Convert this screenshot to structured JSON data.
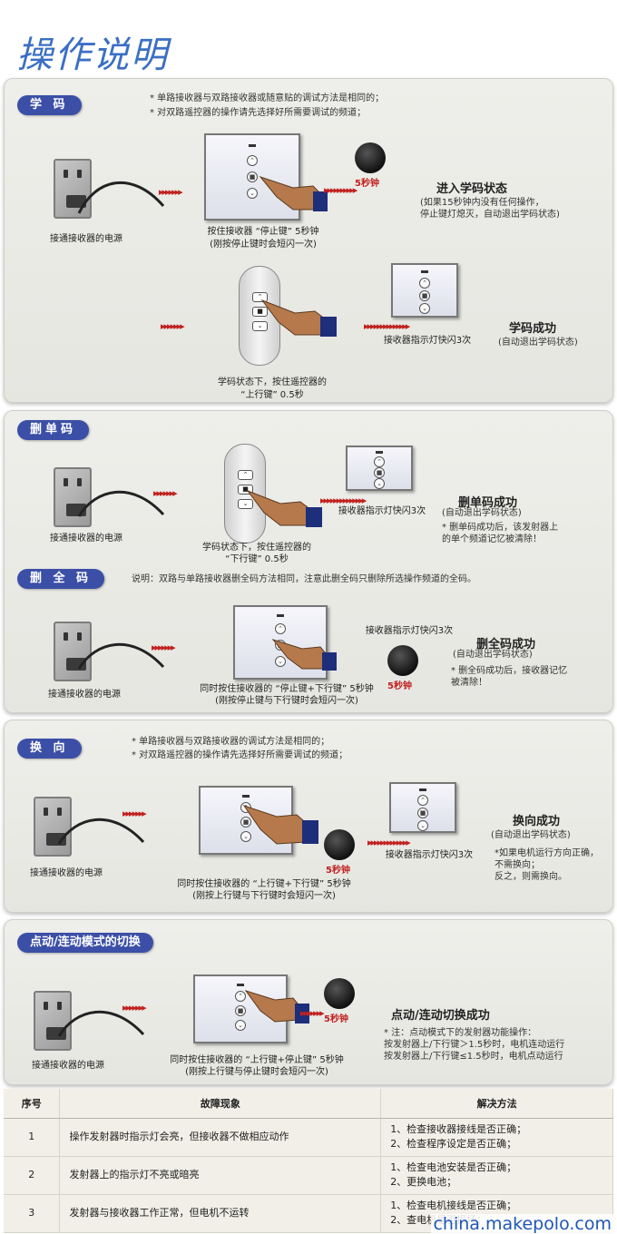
{
  "page_title": "操作说明",
  "sections": {
    "learn": {
      "badge": "学 码",
      "notes": [
        "* 单路接收器与双路接收器或随意贴的调试方法是相同的；",
        "* 对双路遥控器的操作请先选择好所需要调试的频道；"
      ],
      "step1_caption": "接通接收器的电源",
      "step2_caption_1": "按住接收器 “停止键” 5秒钟",
      "step2_caption_2": "(刚按停止键时会短闪一次)",
      "timer_label": "5秒钟",
      "result_title": "进入学码状态",
      "result_sub_1": "(如果15秒钟内没有任何操作，",
      "result_sub_2": "停止键灯熄灭，自动退出学码状态)",
      "remote_caption_1": "学码状态下，按住遥控器的",
      "remote_caption_2": "“上行键” 0.5秒",
      "flash_caption": "接收器指示灯快闪3次",
      "success_title": "学码成功",
      "success_sub": "(自动退出学码状态)"
    },
    "delete_one": {
      "badge": "删单码",
      "step1_caption": "接通接收器的电源",
      "remote_caption_1": "学码状态下，按住遥控器的",
      "remote_caption_2": "“下行键” 0.5秒",
      "flash_caption": "接收器指示灯快闪3次",
      "success_title": "删单码成功",
      "success_sub": "(自动退出学码状态)",
      "note_1": "* 删单码成功后，该发射器上",
      "note_2": "的单个频道记忆被清除！"
    },
    "delete_all": {
      "badge": "删 全 码",
      "note": "说明：双路与单路接收器删全码方法相同，注意此删全码只删除所选操作频道的全码。",
      "step1_caption": "接通接收器的电源",
      "flash_caption": "接收器指示灯快闪3次",
      "success_title": "删全码成功",
      "success_sub": "(自动退出学码状态)",
      "timer_label": "5秒钟",
      "note_1": "* 删全码成功后，接收器记忆",
      "note_2": "被清除！",
      "step2_caption_1": "同时按住接收器的 “停止键+下行键” 5秒钟",
      "step2_caption_2": "(刚按停止键与下行键时会短闪一次)"
    },
    "reverse": {
      "badge": "换 向",
      "notes": [
        "* 单路接收器与双路接收器的调试方法是相同的；",
        "* 对双路遥控器的操作请先选择好所需要调试的频道；"
      ],
      "step1_caption": "接通接收器的电源",
      "timer_label": "5秒钟",
      "flash_caption": "接收器指示灯快闪3次",
      "success_title": "换向成功",
      "success_sub": "(自动退出学码状态)",
      "note_1": "*如果电机运行方向正确，",
      "note_2": "不需换向；",
      "note_3": "反之，则需换向。",
      "step2_caption_1": "同时按住接收器的 “上行键+下行键” 5秒钟",
      "step2_caption_2": "(刚按上行键与下行键时会短闪一次)"
    },
    "mode": {
      "badge": "点动/连动模式的切换",
      "step1_caption": "接通接收器的电源",
      "timer_label": "5秒钟",
      "success_title": "点动/连动切换成功",
      "note_1": "* 注：点动模式下的发射器功能操作：",
      "note_2": "按发射器上/下行键＞1.5秒时，电机连动运行",
      "note_3": "按发射器上/下行键≤1.5秒时，电机点动运行",
      "step2_caption_1": "同时按住接收器的 “上行键+停止键” 5秒钟",
      "step2_caption_2": "(刚按上行键与停止键时会短闪一次)"
    }
  },
  "fault_table": {
    "headers": [
      "序号",
      "故障现象",
      "解决方法"
    ],
    "rows": [
      {
        "no": "1",
        "symptom": "操作发射器时指示灯会亮，但接收器不做相应动作",
        "solution_1": "1、检查接收器接线是否正确；",
        "solution_2": "2、检查程序设定是否正确；"
      },
      {
        "no": "2",
        "symptom": "发射器上的指示灯不亮或暗亮",
        "solution_1": "1、检查电池安装是否正确；",
        "solution_2": "2、更换电池；"
      },
      {
        "no": "3",
        "symptom": "发射器与接收器工作正常，但电机不运转",
        "solution_1": "1、检查电机接线是否正确；",
        "solution_2": "2、查电机是否损坏；"
      }
    ]
  },
  "watermark": "china.makepolo.com",
  "colors": {
    "badge": "#3b4fa7",
    "accent_red": "#c0211f",
    "title_blue": "#3a6fc4",
    "watermark": "#1f57b5"
  }
}
